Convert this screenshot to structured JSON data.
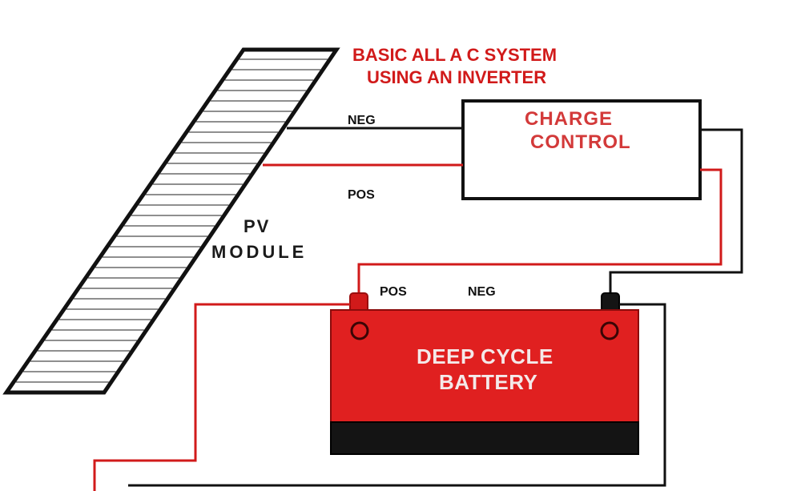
{
  "diagram": {
    "title_line1": "BASIC ALL A C SYSTEM",
    "title_line2": "USING AN INVERTER",
    "charge_control": {
      "line1": "CHARGE",
      "line2": "CONTROL"
    },
    "pv_module": {
      "line1": "PV",
      "line2": "MODULE"
    },
    "battery": {
      "line1": "DEEP CYCLE",
      "line2": "BATTERY"
    },
    "wire_labels": {
      "module_negative": "NEG",
      "module_positive": "POS",
      "battery_positive": "POS",
      "battery_negative": "NEG"
    },
    "colors": {
      "positive_wire": "#d11a1a",
      "negative_wire": "#111111",
      "battery_body": "#e02020",
      "battery_base": "#141414",
      "title": "#d11a1a"
    }
  }
}
